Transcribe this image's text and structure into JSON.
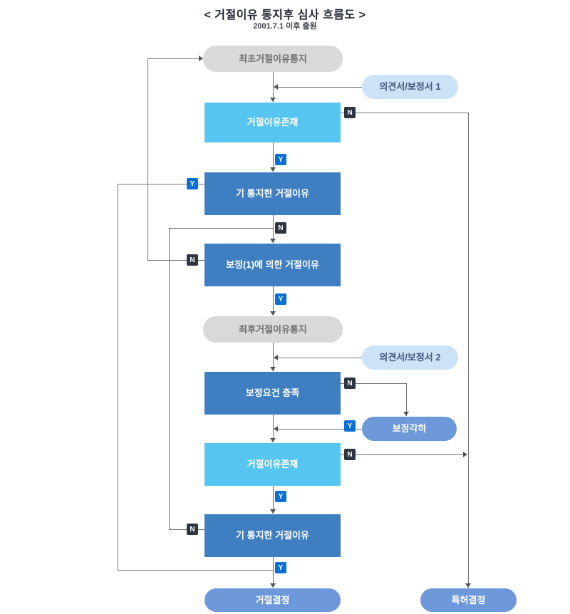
{
  "title": "< 거절이유 통지후 심사 흐름도 >",
  "subtitle": "2001.7.1 이후 출원",
  "nodes": {
    "first_notice": "최초거절이유통지",
    "opinion1": "의견서/보정서 1",
    "reason_exists1": "거절이유존재",
    "notified_reason1": "기 통지한 거절이유",
    "amendment_reason": "보정(1)에 의한 거절이유",
    "final_notice": "최후거절이유통지",
    "opinion2": "의견서/보정서 2",
    "amendment_req": "보정요건 충족",
    "amendment_dismissal": "보정각하",
    "reason_exists2": "거절이유존재",
    "notified_reason2": "기 통지한 거절이유",
    "rejection_decision": "거절결정",
    "patent_decision": "특허결정"
  },
  "labels": {
    "yes": "Y",
    "no": "N"
  },
  "colors": {
    "gray_node": "#d9d9d9",
    "light_blue_node": "#cbe2f7",
    "cyan_node": "#56c5f0",
    "blue_node": "#3e7ec1",
    "medium_blue_node": "#6d99da",
    "yes_badge": "#0a6fd6",
    "no_badge": "#2f3540",
    "line": "#737373"
  }
}
